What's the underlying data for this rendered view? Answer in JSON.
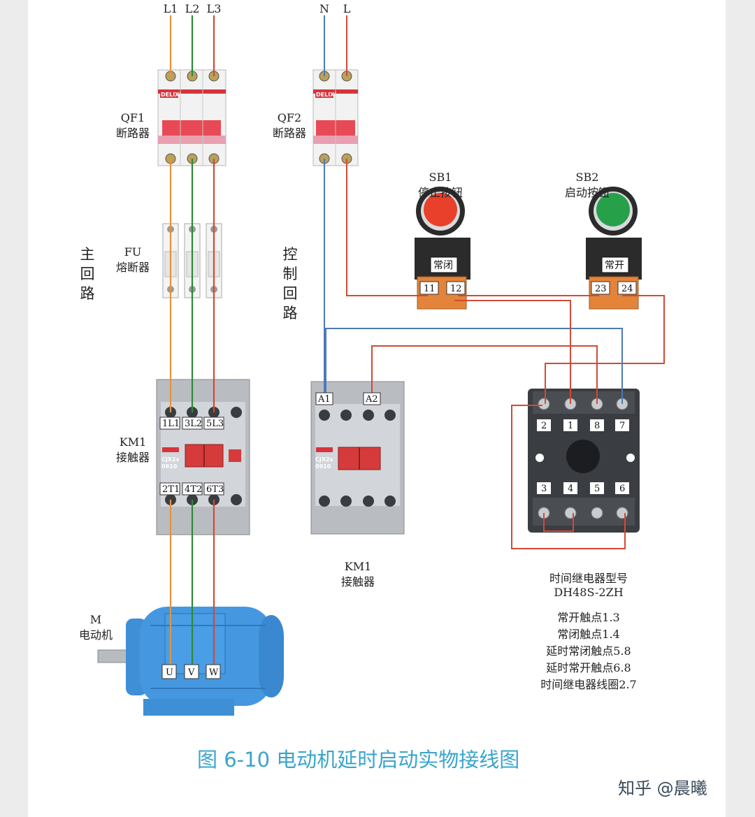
{
  "supply": {
    "l1": "L1",
    "l2": "L2",
    "l3": "L3",
    "n": "N",
    "l": "L"
  },
  "labels": {
    "qf1_id": "QF1",
    "qf1_name": "断路器",
    "qf2_id": "QF2",
    "qf2_name": "断路器",
    "fu_id": "FU",
    "fu_name": "熔断器",
    "main_circuit": "主回路",
    "control_circuit": "控制回路",
    "km1_id": "KM1",
    "km1_name": "接触器",
    "km1b_id": "KM1",
    "km1b_name": "接触器",
    "motor_id": "M",
    "motor_name": "电动机",
    "sb1_id": "SB1",
    "sb1_name": "停止按钮",
    "sb2_id": "SB2",
    "sb2_name": "启动按钮",
    "relay_title": "时间继电器型号",
    "relay_model": "DH48S-2ZH"
  },
  "breaker_brand": "DELIXI",
  "contactor_model": "CJX2s",
  "contactor_code": "0910",
  "km1_terms_top": [
    "1L1",
    "3L2",
    "5L3"
  ],
  "km1_terms_bottom": [
    "2T1",
    "4T2",
    "6T3"
  ],
  "coil_terms": [
    "A1",
    "A2"
  ],
  "motor_terms": [
    "U",
    "V",
    "W"
  ],
  "sb1": {
    "plate": "常闭",
    "t1": "11",
    "t2": "12"
  },
  "sb2": {
    "plate": "常开",
    "t1": "23",
    "t2": "24"
  },
  "relay_top": [
    "2",
    "1",
    "8",
    "7"
  ],
  "relay_bottom": [
    "3",
    "4",
    "5",
    "6"
  ],
  "relay_notes": [
    "常开触点1.3",
    "常闭触点1.4",
    "延时常闭触点5.8",
    "延时常开触点6.8",
    "时间继电器线圈2.7"
  ],
  "caption": "图 6-10  电动机延时启动实物接线图",
  "watermark": "知乎 @晨曦",
  "colors": {
    "orange": "#e8923a",
    "green": "#2f8a3a",
    "red": "#d24a35",
    "blue": "#4c7ab8",
    "caption": "#3ba4cc"
  }
}
